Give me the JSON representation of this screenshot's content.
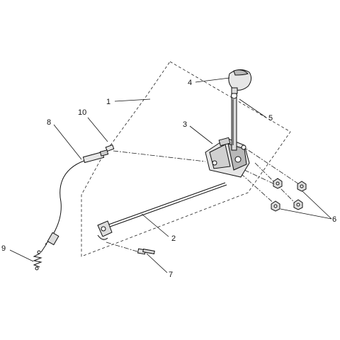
{
  "diagram": {
    "callouts": {
      "c1": "1",
      "c2": "2",
      "c3": "3",
      "c4": "4",
      "c5": "5",
      "c6": "6",
      "c7": "7",
      "c8": "8",
      "c9": "9",
      "c10": "10"
    },
    "colors": {
      "line": "#111111",
      "part_fill": "#e6e6e6",
      "part_shade": "#b8b8b8",
      "background": "#ffffff"
    }
  }
}
